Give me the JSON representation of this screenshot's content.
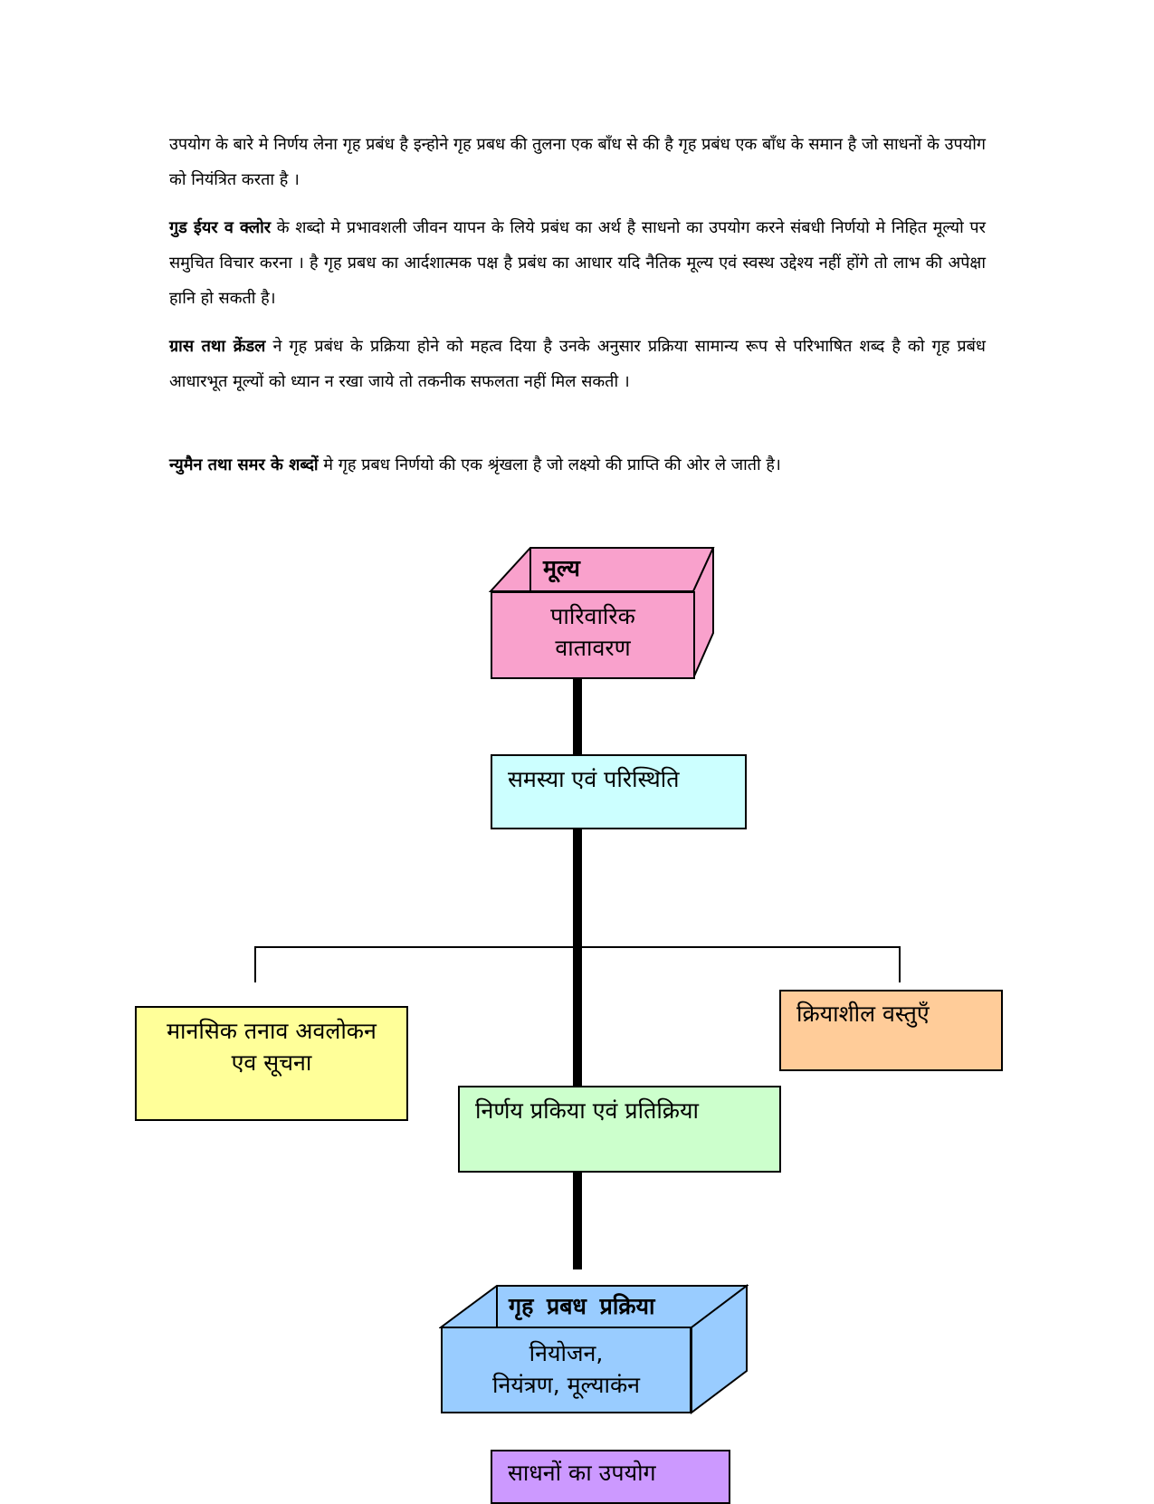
{
  "paragraphs": [
    {
      "lead": "",
      "text": "उपयोग के बारे मे निर्णय लेना गृह प्रबंध है इन्होने गृह प्रबध की तुलना एक बाँध से की है गृह प्रबंध एक बाँध के समान है जो साधनों के उपयोग को नियंत्रित करता है ।"
    },
    {
      "lead": "गुड ईयर व क्लोर",
      "text": " के शब्दो मे प्रभावशली जीवन यापन के लिये प्रबंध का अर्थ है साधनो का उपयोग करने संबधी निर्णयो मे निहित मूल्यो पर समुचित विचार करना । है गृह प्रबध का आर्दशात्मक पक्ष है प्रबंध का आधार यदि नैतिक मूल्य एवं स्वस्थ उद्देश्य नहीं होंगे तो लाभ की अपेक्षा हानि हो सकती है।"
    },
    {
      "lead": "ग्रास तथा क्रेंडल",
      "text": " ने गृह प्रबंध के प्रक्रिया होने को महत्व दिया है उनके अनुसार प्रक्रिया सामान्य रूप से परिभाषित शब्द है को गृह प्रबंध आधारभूत मूल्यों को ध्यान न रखा जाये तो तकनीक सफलता नहीं मिल सकती ।"
    },
    {
      "lead": "न्युमैन तथा समर के शब्दों",
      "text": " मे गृह प्रबध निर्णयो की एक श्रृंखला है जो लक्ष्यो की प्राप्ति की ओर ले जाती है।"
    }
  ],
  "diagram": {
    "values_box": {
      "top_label": "मूल्य",
      "line1": "पारिवारिक",
      "line2": "वातावरण",
      "color": "#f9a1cc"
    },
    "problem_box": {
      "label": "समस्या एवं परिस्थिति",
      "color": "#ccffff"
    },
    "stress_box": {
      "line1": "मानसिक तनाव अवलोकन",
      "line2": "एव सूचना",
      "color": "#ffff99"
    },
    "active_box": {
      "label": "क्रियाशील वस्तुएँ",
      "color": "#ffcc99"
    },
    "decision_box": {
      "label": "निर्णय प्रकिया एवं प्रतिक्रिया",
      "color": "#ccffcc"
    },
    "process_box": {
      "top_label": "गृह प्रबध प्रक्रिया",
      "line1": "नियोजन,",
      "line2": "नियंत्रण, मूल्याकंन",
      "color": "#99ccff"
    },
    "resources_box": {
      "label": "साधनों का उपयोग",
      "color": "#cc99ff"
    }
  }
}
